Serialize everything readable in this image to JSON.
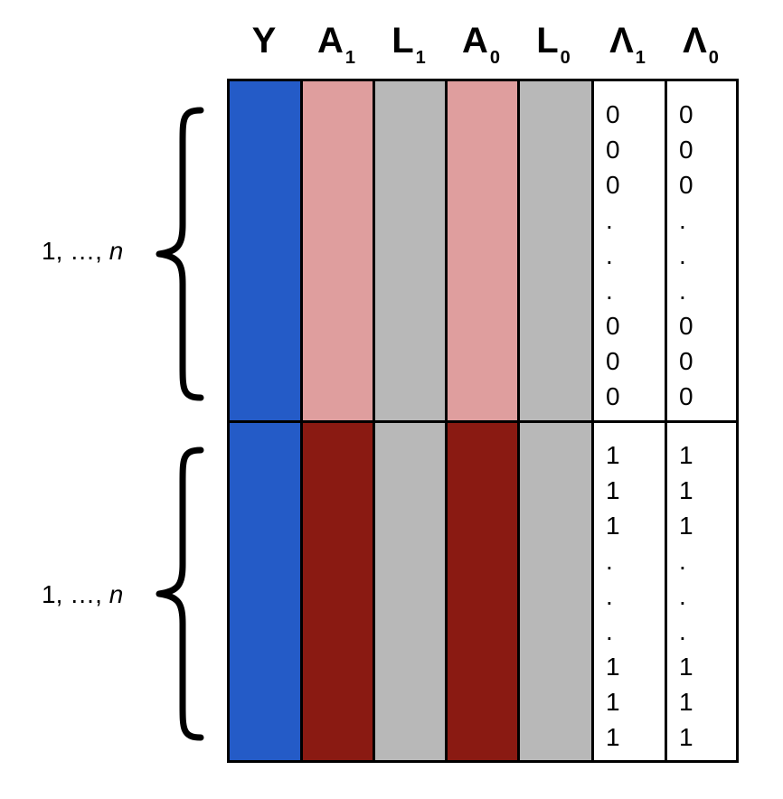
{
  "headers": [
    {
      "main": "Y",
      "sub": ""
    },
    {
      "main": "A",
      "sub": "1"
    },
    {
      "main": "L",
      "sub": "1"
    },
    {
      "main": "A",
      "sub": "0"
    },
    {
      "main": "L",
      "sub": "0"
    },
    {
      "main": "Λ",
      "sub": "1"
    },
    {
      "main": "Λ",
      "sub": "0"
    }
  ],
  "colors": {
    "Y": "#245bc7",
    "A_light": "#df9e9e",
    "A_dark": "#8a1a12",
    "L": "#b8b8b8",
    "Lambda": "#ffffff"
  },
  "row_groups": [
    {
      "label_prefix": "1, …, ",
      "label_n": "n",
      "lambda1": [
        "0",
        "0",
        "0",
        ".",
        ".",
        ".",
        "0",
        "0",
        "0"
      ],
      "lambda0": [
        "0",
        "0",
        "0",
        ".",
        ".",
        ".",
        "0",
        "0",
        "0"
      ]
    },
    {
      "label_prefix": "1, …, ",
      "label_n": "n",
      "lambda1": [
        "1",
        "1",
        "1",
        ".",
        ".",
        ".",
        "1",
        "1",
        "1"
      ],
      "lambda0": [
        "1",
        "1",
        "1",
        ".",
        ".",
        ".",
        "1",
        "1",
        "1"
      ]
    }
  ]
}
